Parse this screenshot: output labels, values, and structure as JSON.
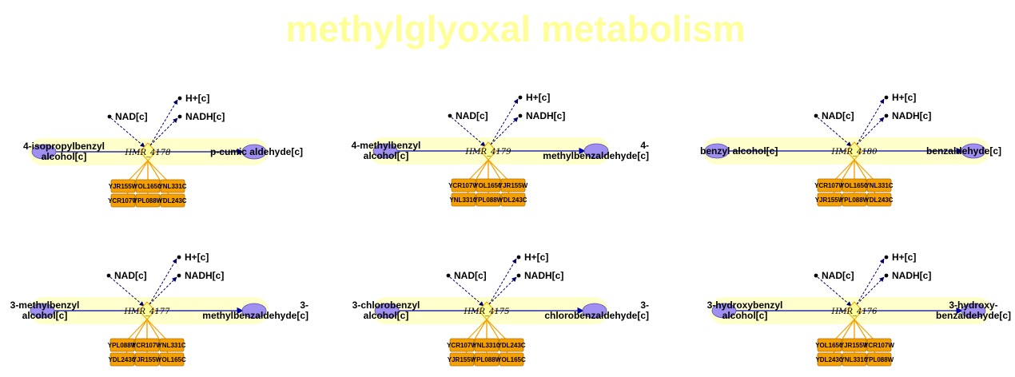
{
  "title": "methylglyoxal metabolism",
  "colors": {
    "title": "#ffff99",
    "lane": "#ffffcc",
    "metabolite": "#9f8ff0",
    "metabolite_stroke": "#5a4fb0",
    "reaction_line": "#0000aa",
    "gene_fill": "#f5a000",
    "gene_stroke": "#b07000",
    "gene_link": "#f5a000",
    "diamond_fill": "#ffff99",
    "diamond_stroke": "#f5a000",
    "cofactor_arrow": "#000066"
  },
  "reactions": [
    {
      "id": "HMR_4178",
      "substrate": [
        "4-isopropylbenzyl",
        "alcohol[c]"
      ],
      "product": [
        "p-cumic aldehyde[c]"
      ],
      "cofactor_in": "NAD[c]",
      "cofactors_out": [
        "H+[c]",
        "NADH[c]"
      ],
      "genes": [
        [
          "YJR155W",
          "YOL165C",
          "YNL331C"
        ],
        [
          "YCR107W",
          "YPL088W",
          "YDL243C"
        ]
      ]
    },
    {
      "id": "HMR_4179",
      "substrate": [
        "4-methylbenzyl",
        "alcohol[c]"
      ],
      "product": [
        "4-",
        "methylbenzaldehyde[c]"
      ],
      "cofactor_in": "NAD[c]",
      "cofactors_out": [
        "H+[c]",
        "NADH[c]"
      ],
      "genes": [
        [
          "YCR107W",
          "YOL165C",
          "YJR155W"
        ],
        [
          "YNL331C",
          "YPL088W",
          "YDL243C"
        ]
      ]
    },
    {
      "id": "HMR_4180",
      "substrate": [
        "benzyl alcohol[c]"
      ],
      "product": [
        "benzaldehyde[c]"
      ],
      "cofactor_in": "NAD[c]",
      "cofactors_out": [
        "H+[c]",
        "NADH[c]"
      ],
      "genes": [
        [
          "YCR107W",
          "YOL165C",
          "YNL331C"
        ],
        [
          "YJR155W",
          "YPL088W",
          "YDL243C"
        ]
      ]
    },
    {
      "id": "HMR_4177",
      "substrate": [
        "3-methylbenzyl",
        "alcohol[c]"
      ],
      "product": [
        "3-",
        "methylbenzaldehyde[c]"
      ],
      "cofactor_in": "NAD[c]",
      "cofactors_out": [
        "H+[c]",
        "NADH[c]"
      ],
      "genes": [
        [
          "YPL088W",
          "YCR107W",
          "YNL331C"
        ],
        [
          "YDL243C",
          "YJR155W",
          "YOL165C"
        ]
      ]
    },
    {
      "id": "HMR_4175",
      "substrate": [
        "3-chlorobenzyl",
        "alcohol[c]"
      ],
      "product": [
        "3-",
        "chlorobenzaldehyde[c]"
      ],
      "cofactor_in": "NAD[c]",
      "cofactors_out": [
        "H+[c]",
        "NADH[c]"
      ],
      "genes": [
        [
          "YCR107W",
          "YNL331C",
          "YDL243C"
        ],
        [
          "YJR155W",
          "YPL088W",
          "YOL165C"
        ]
      ]
    },
    {
      "id": "HMR_4176",
      "substrate": [
        "3-hydroxybenzyl",
        "alcohol[c]"
      ],
      "product": [
        "3-hydroxy-",
        "benzaldehyde[c]"
      ],
      "cofactor_in": "NAD[c]",
      "cofactors_out": [
        "H+[c]",
        "NADH[c]"
      ],
      "genes": [
        [
          "YOL165C",
          "YJR155W",
          "YCR107W"
        ],
        [
          "YDL243C",
          "YNL331C",
          "YPL088W"
        ]
      ]
    }
  ]
}
